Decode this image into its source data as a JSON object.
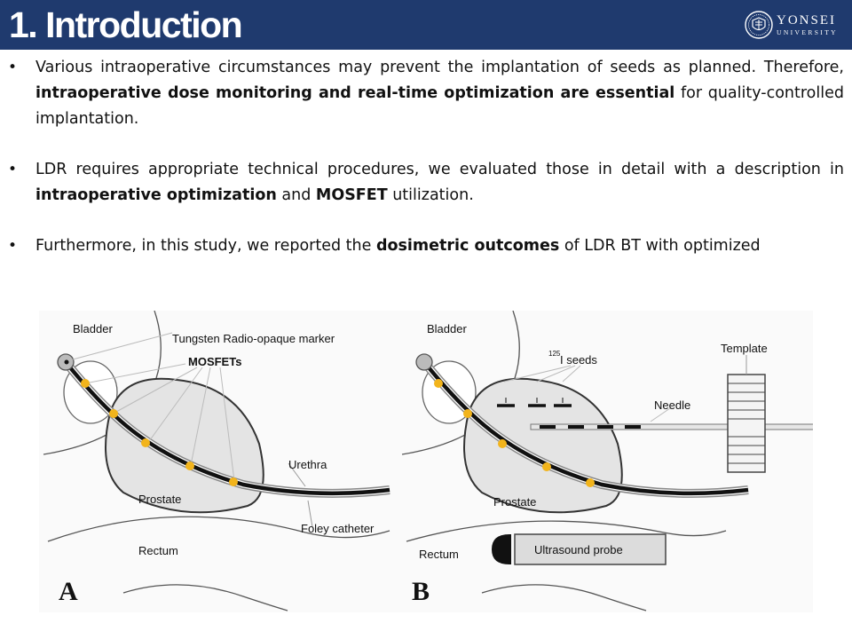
{
  "header": {
    "title": "1. Introduction",
    "logo_name": "YONSEI",
    "logo_sub": "UNIVERSITY"
  },
  "bullets": [
    {
      "pre": "Various intraoperative circumstances may prevent the implantation of seeds as planned. Therefore, ",
      "bold": "intraoperative dose monitoring and real-time optimization are essential",
      "post": " for quality-controlled implantation."
    },
    {
      "pre": "LDR requires appropriate technical procedures, we evaluated those in detail with a description in ",
      "bold": "intraoperative optimization",
      "mid": " and ",
      "bold2": "MOSFET",
      "post": " utilization."
    },
    {
      "pre": "Furthermore, in this study, we reported the ",
      "bold": "dosimetric outcomes",
      "post": " of LDR BT with optimized"
    }
  ],
  "figure": {
    "panel_a": {
      "letter": "A",
      "bladder": "Bladder",
      "marker": "Tungsten Radio-opaque marker",
      "mosfets": "MOSFETs",
      "urethra": "Urethra",
      "prostate": "Prostate",
      "foley": "Foley catheter",
      "rectum": "Rectum"
    },
    "panel_b": {
      "letter": "B",
      "bladder": "Bladder",
      "seeds_sup": "125",
      "seeds": "I seeds",
      "template": "Template",
      "needle": "Needle",
      "prostate": "Prostate",
      "probe": "Ultrasound probe",
      "rectum": "Rectum"
    },
    "colors": {
      "seed": "#f2b41c",
      "tissue": "#e4e4e4",
      "header": "#1f3a6e"
    }
  }
}
